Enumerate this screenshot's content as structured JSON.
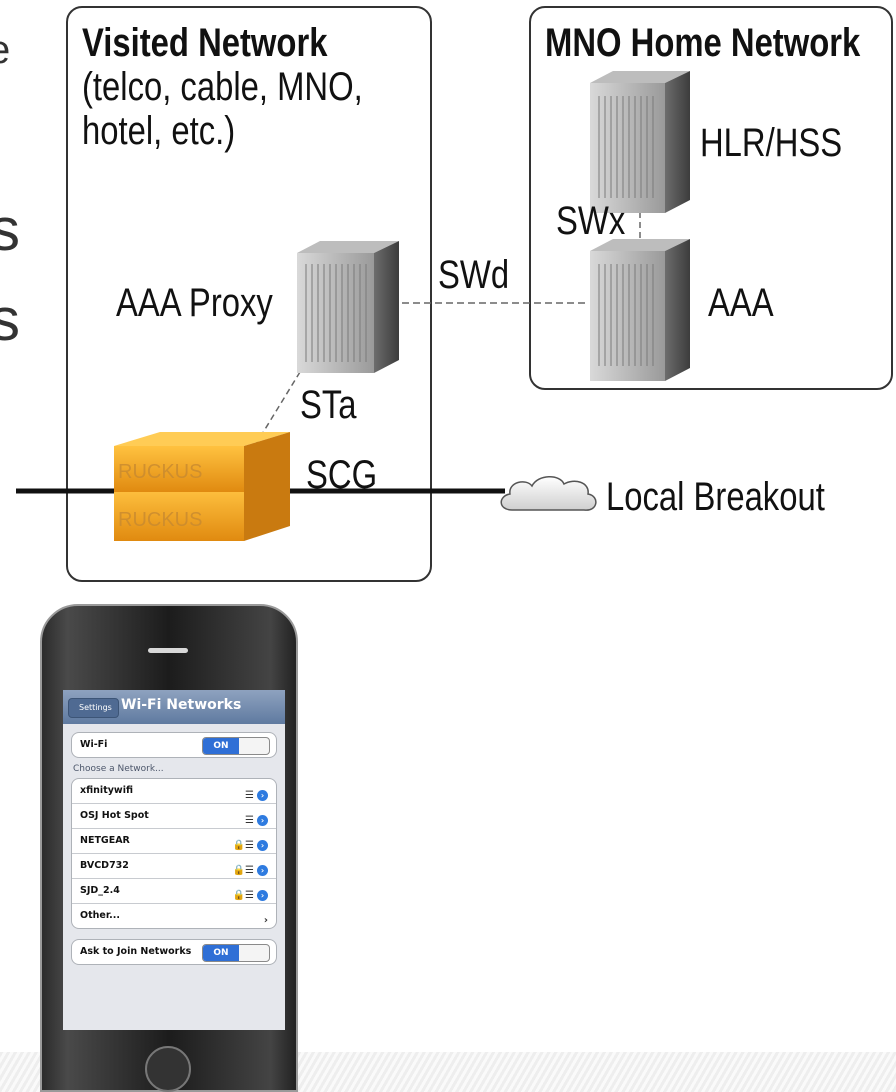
{
  "cut_text": [
    "e",
    "s",
    "s"
  ],
  "visited": {
    "title": "Visited Network",
    "subtitle_line1": "(telco, cable, MNO,",
    "subtitle_line2": "hotel, etc.)"
  },
  "home": {
    "title": "MNO Home Network"
  },
  "labels": {
    "hlr": "HLR/HSS",
    "swx": "SWx",
    "swd": "SWd",
    "aaa_proxy": "AAA Proxy",
    "aaa": "AAA",
    "sta": "STa",
    "scg": "SCG",
    "local_breakout": "Local Breakout",
    "ruckus": "RUCKUS"
  },
  "phone": {
    "back_label": "Settings",
    "nav_title": "Wi-Fi Networks",
    "wifi_label": "Wi-Fi",
    "wifi_state": "ON",
    "section_label": "Choose a Network...",
    "networks": [
      {
        "name": "xfinitywifi",
        "locked": false
      },
      {
        "name": "OSJ Hot Spot",
        "locked": false
      },
      {
        "name": "NETGEAR",
        "locked": true
      },
      {
        "name": "BVCD732",
        "locked": true
      },
      {
        "name": "SJD_2.4",
        "locked": true
      }
    ],
    "other_label": "Other...",
    "ask_label": "Ask to Join Networks",
    "ask_state": "ON"
  },
  "colors": {
    "ruckus_orange": "#f0a020",
    "ios_blue": "#2f6fd6"
  }
}
